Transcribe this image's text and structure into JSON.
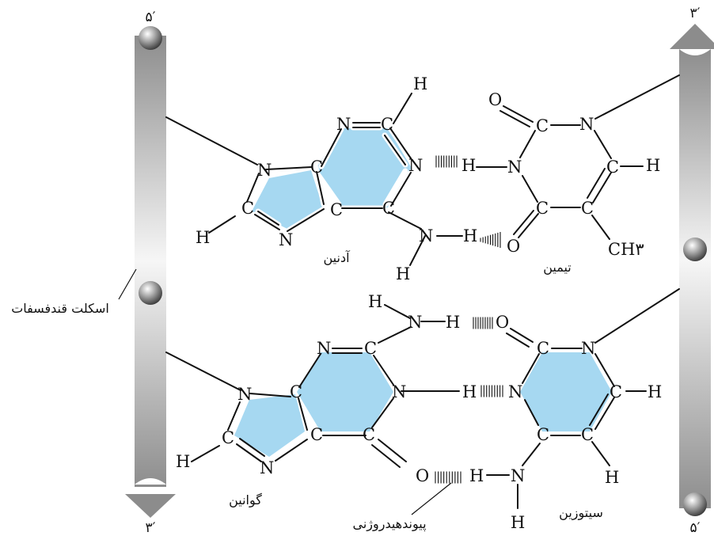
{
  "strand_labels": {
    "left_top": "۵′",
    "left_bottom": "۳′",
    "right_top": "۳′",
    "right_bottom": "۵′"
  },
  "atoms": {
    "nitrogen": "N",
    "carbon": "C",
    "hydrogen": "H",
    "oxygen": "O",
    "methyl": "CH۳"
  },
  "bases": {
    "adenine": "آدنین",
    "thymine": "تیمین",
    "guanine": "گوانین",
    "cytosine": "سیتوزین"
  },
  "callouts": {
    "sugar_phosphate_backbone": "اسکلت قندفسفات",
    "hydrogen_bond": "پیوندهیدروژنی"
  },
  "colors": {
    "ring_fill": "#a6d8f1",
    "backbone_dark": "#8a8a8a",
    "backbone_light": "#f4f4f4",
    "ink": "#111111"
  }
}
